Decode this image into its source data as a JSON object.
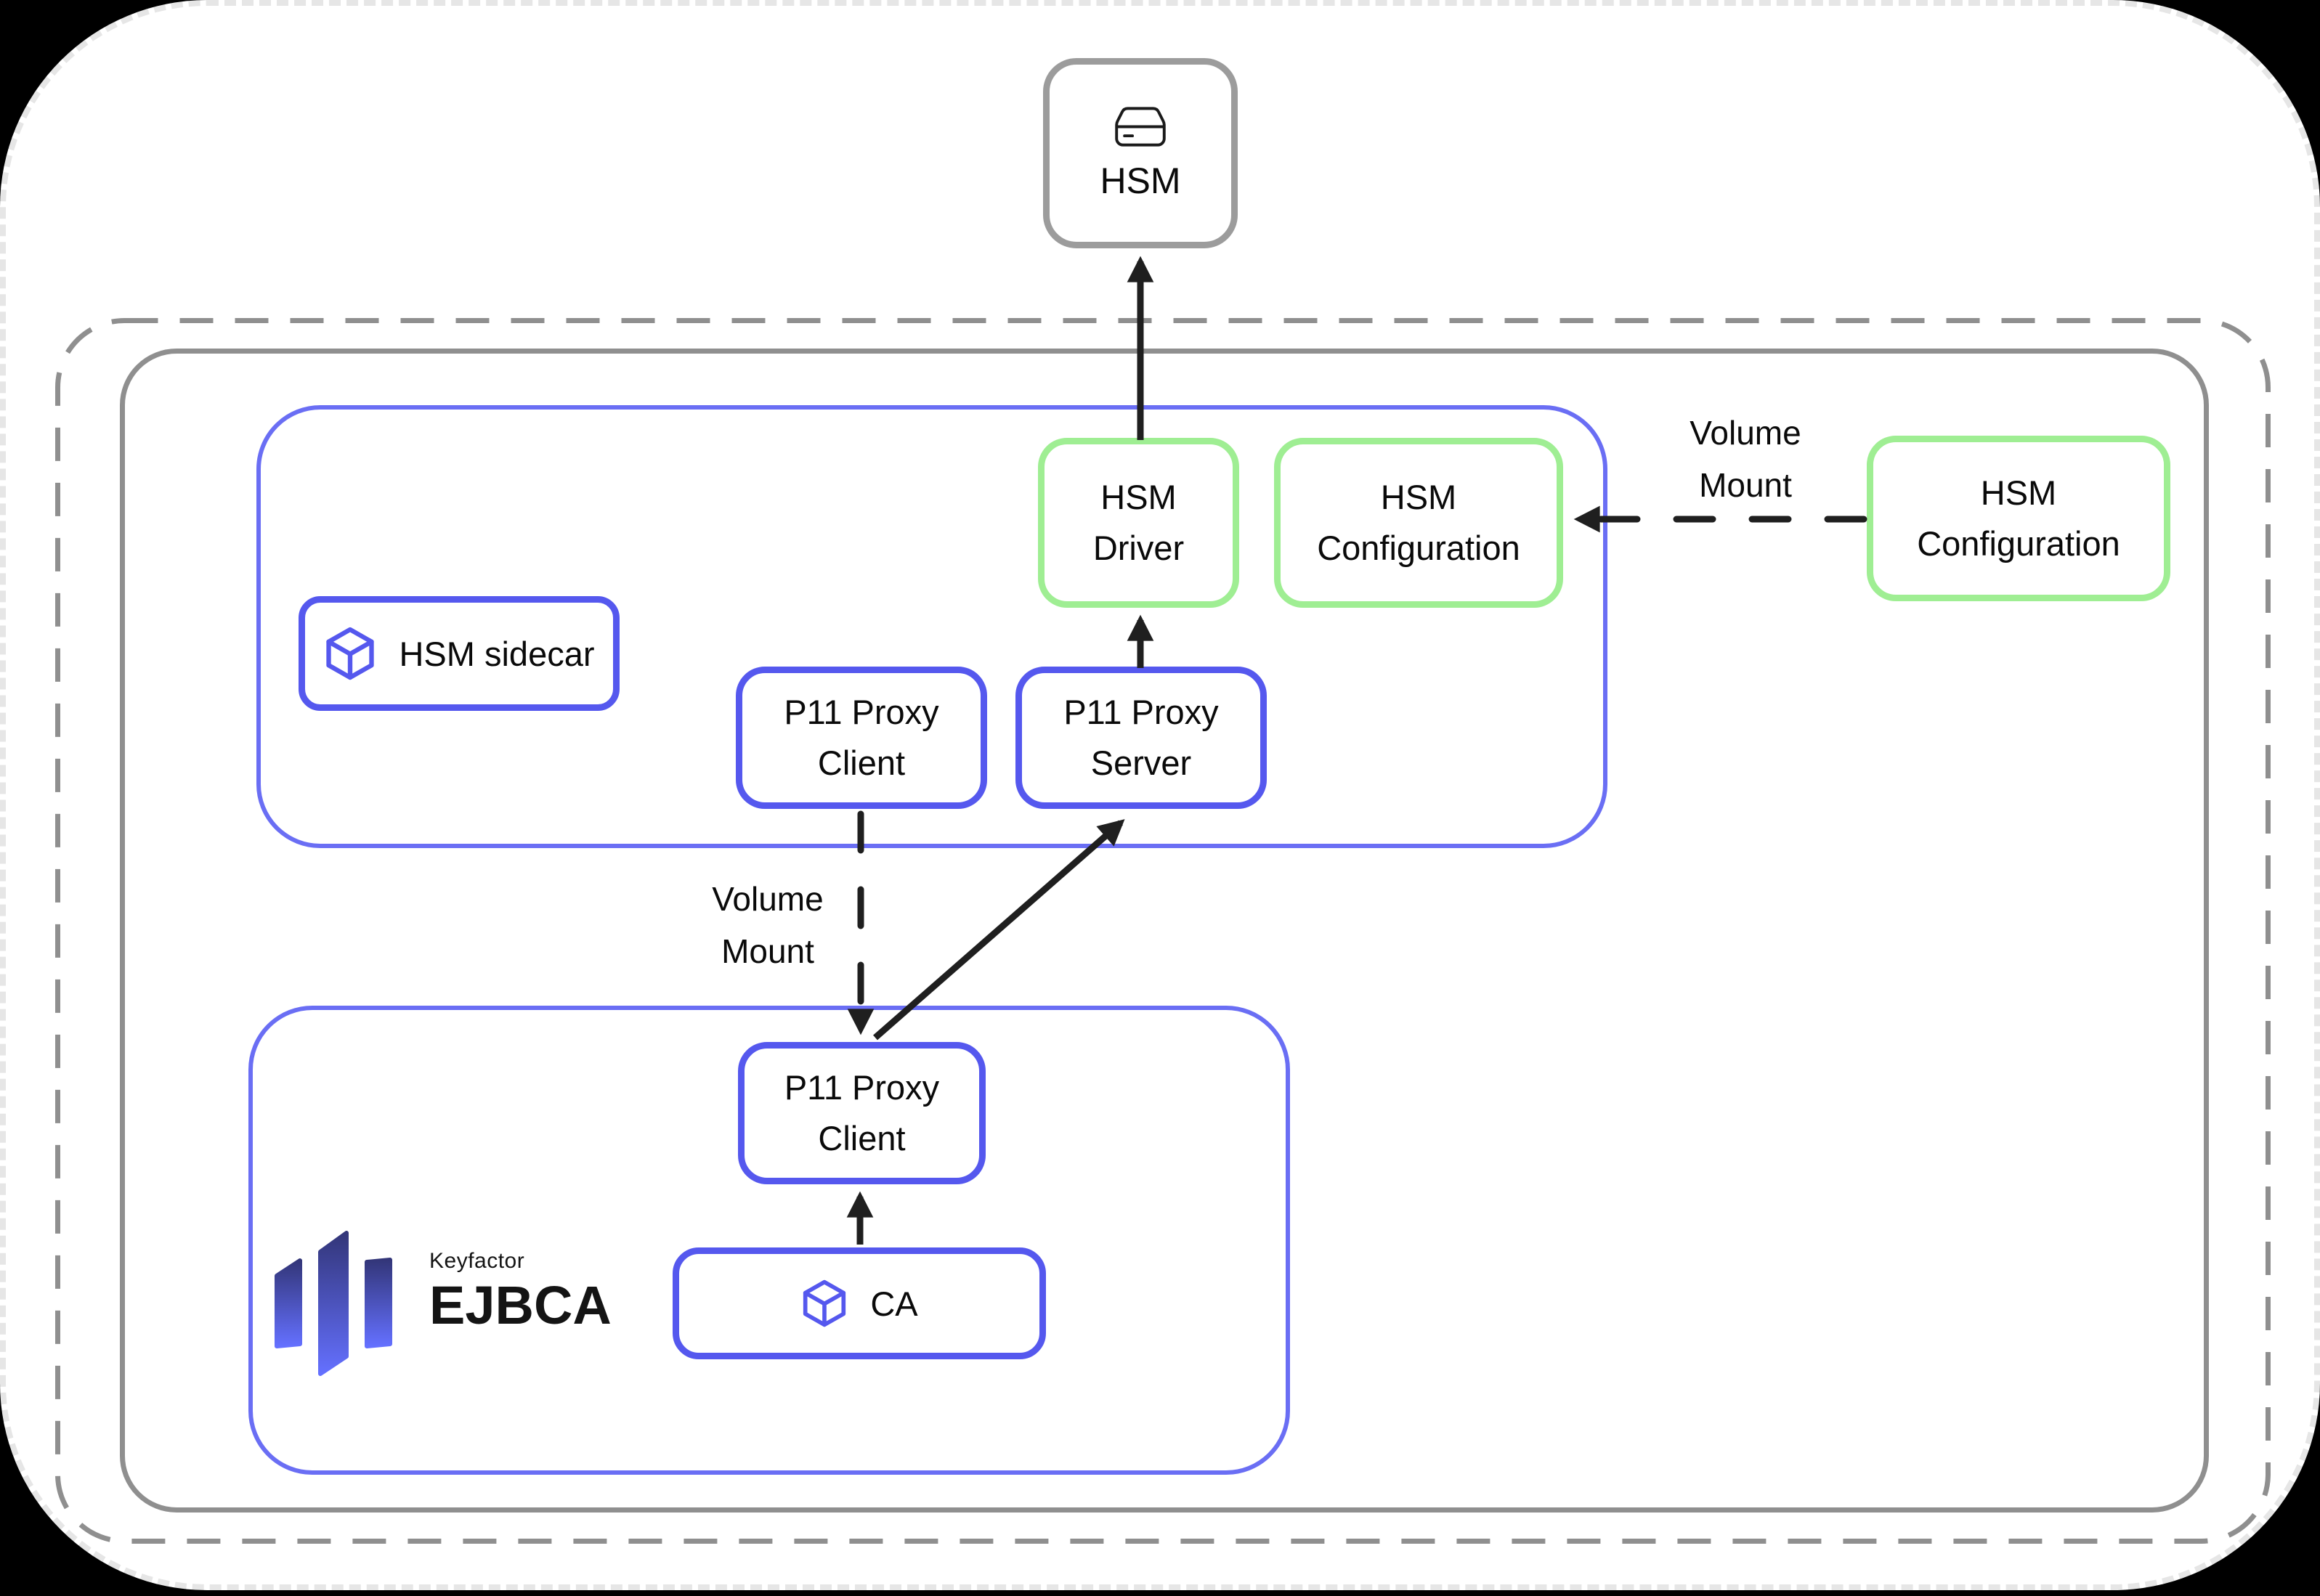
{
  "nodes": {
    "hsm": {
      "label": "HSM"
    },
    "hsm_sidecar": {
      "label": "HSM sidecar"
    },
    "hsm_driver": {
      "line1": "HSM",
      "line2": "Driver"
    },
    "hsm_configuration_sidecar": {
      "line1": "HSM",
      "line2": "Configuration"
    },
    "hsm_configuration_external": {
      "line1": "HSM",
      "line2": "Configuration"
    },
    "p11_proxy_client_sidecar": {
      "line1": "P11 Proxy",
      "line2": "Client"
    },
    "p11_proxy_server": {
      "line1": "P11 Proxy",
      "line2": "Server"
    },
    "p11_proxy_client_ejbca": {
      "line1": "P11 Proxy",
      "line2": "Client"
    },
    "ca": {
      "label": "CA"
    }
  },
  "edge_labels": {
    "volume_mount_config": {
      "line1": "Volume",
      "line2": "Mount"
    },
    "volume_mount_client": {
      "line1": "Volume",
      "line2": "Mount"
    }
  },
  "logo": {
    "brand": "Keyfactor",
    "product": "EJBCA"
  },
  "colors": {
    "blue": "#5558ee",
    "blue_container": "#6a6ef4",
    "green": "#9fee93",
    "gray_border": "#8f8f8f",
    "gray_box": "#9c9c9c",
    "arrow": "#1f1f1f",
    "text": "#0a0a0a",
    "canvas_bg": "#ffffff",
    "page_bg": "#000000",
    "logo_grad_top": "#333679",
    "logo_grad_bottom": "#6470ff"
  }
}
